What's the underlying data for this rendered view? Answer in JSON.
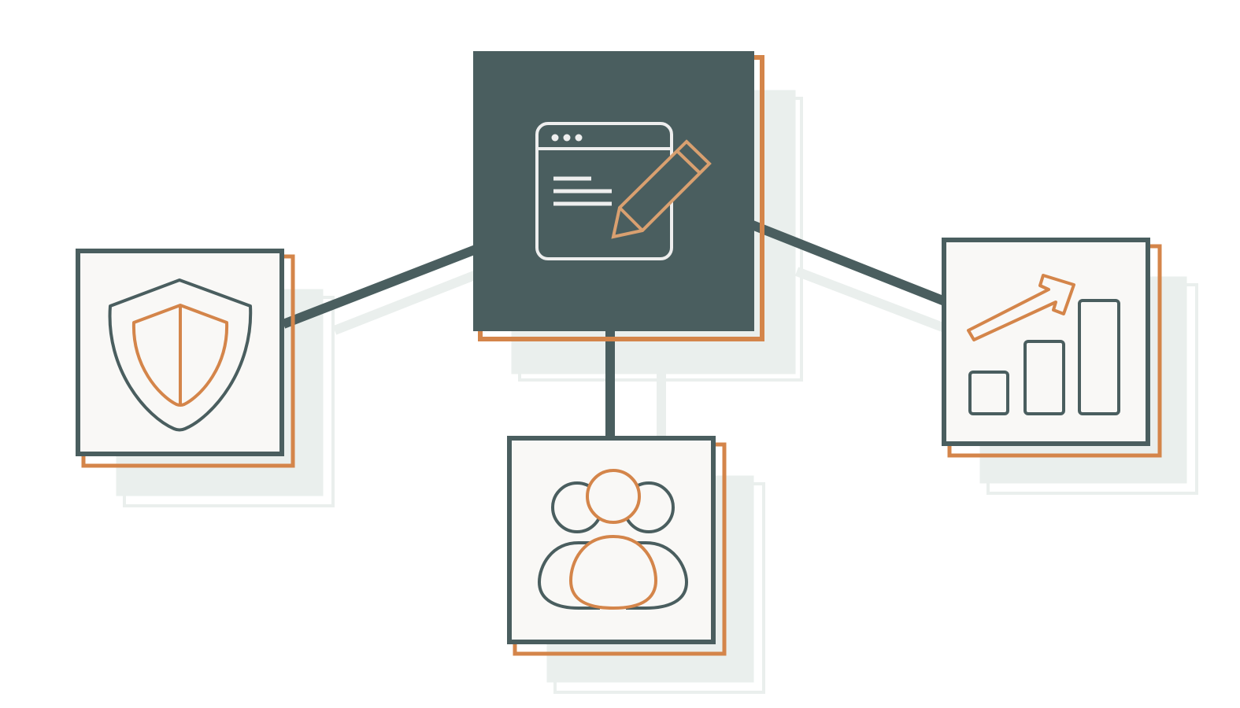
{
  "colors": {
    "background": "#ffffff",
    "primary": "#4a5e5f",
    "accent": "#d4854a",
    "card_fill": "#f9f8f6",
    "shadow": "#eaefed",
    "icon_light": "#eeeeee"
  },
  "nodes": [
    {
      "id": "center",
      "icon": "browser-edit-icon"
    },
    {
      "id": "left",
      "icon": "shield-icon"
    },
    {
      "id": "bottom",
      "icon": "users-group-icon"
    },
    {
      "id": "right",
      "icon": "growth-chart-icon"
    }
  ],
  "edges": [
    {
      "from": "center",
      "to": "left"
    },
    {
      "from": "center",
      "to": "bottom"
    },
    {
      "from": "center",
      "to": "right"
    }
  ]
}
